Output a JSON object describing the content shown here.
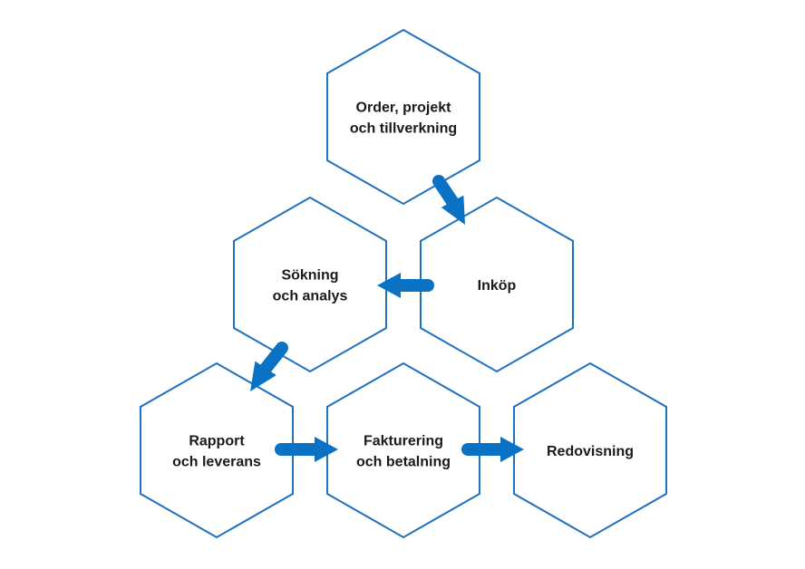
{
  "colors": {
    "hex_stroke": "#1e72bd",
    "arrow": "#0a72c4",
    "text": "#1a1a1a"
  },
  "nodes": [
    {
      "id": "order",
      "lines": [
        "Order, projekt",
        "och tillverkning"
      ]
    },
    {
      "id": "inkop",
      "lines": [
        "Inköp"
      ]
    },
    {
      "id": "sokning",
      "lines": [
        "Sökning",
        "och analys"
      ]
    },
    {
      "id": "rapport",
      "lines": [
        "Rapport",
        "och leverans"
      ]
    },
    {
      "id": "fakturering",
      "lines": [
        "Fakturering",
        "och betalning"
      ]
    },
    {
      "id": "redovisning",
      "lines": [
        "Redovisning"
      ]
    }
  ],
  "edges": [
    {
      "from": "order",
      "to": "inkop"
    },
    {
      "from": "inkop",
      "to": "sokning"
    },
    {
      "from": "sokning",
      "to": "rapport"
    },
    {
      "from": "rapport",
      "to": "fakturering"
    },
    {
      "from": "fakturering",
      "to": "redovisning"
    }
  ]
}
